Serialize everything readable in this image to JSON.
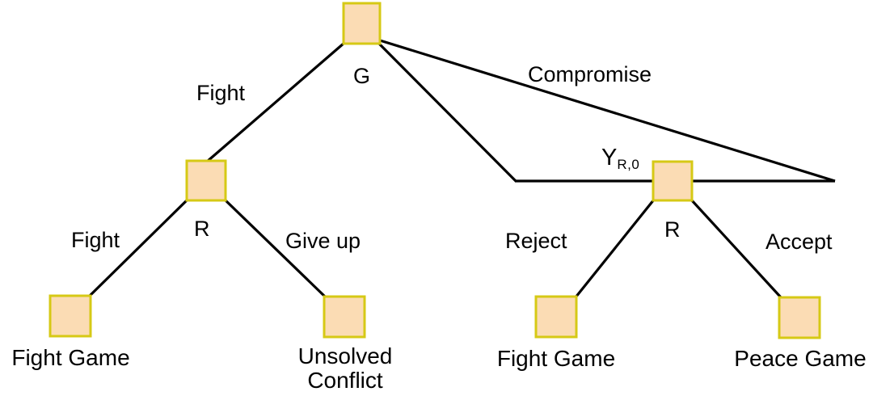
{
  "diagram": {
    "type": "extensive-form-game-tree",
    "title_visible": false,
    "colors": {
      "node_fill": "#fbdcb4",
      "node_stroke": "#d6c915",
      "edge_stroke": "#000000",
      "text": "#000000",
      "background": "#ffffff"
    },
    "nodes": {
      "root": {
        "player_label": "G"
      },
      "left_decision": {
        "player_label": "R"
      },
      "right_decision": {
        "player_label": "R"
      },
      "information_set": {
        "label_main": "Y",
        "label_sub": "R,0"
      }
    },
    "edges": {
      "fight_top": "Fight",
      "compromise": "Compromise",
      "fight_left": "Fight",
      "give_up": "Give up",
      "reject": "Reject",
      "accept": "Accept"
    },
    "outcomes": [
      {
        "id": "outcome-fight-game-left",
        "lines": [
          "Fight Game"
        ]
      },
      {
        "id": "outcome-unsolved-conflict",
        "lines": [
          "Unsolved",
          "Conflict"
        ]
      },
      {
        "id": "outcome-fight-game-right",
        "lines": [
          "Fight Game"
        ]
      },
      {
        "id": "outcome-peace-game",
        "lines": [
          "Peace Game"
        ]
      }
    ]
  }
}
